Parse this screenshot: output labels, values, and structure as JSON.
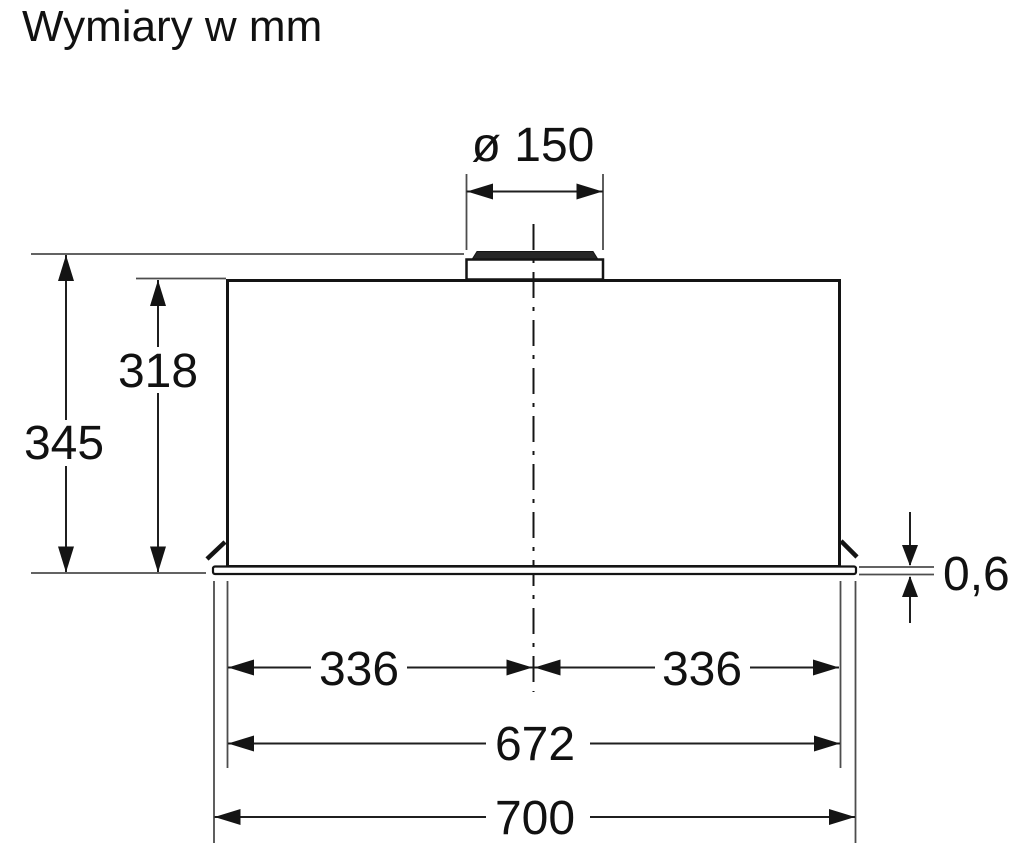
{
  "diagram": {
    "title": "Wymiary w mm",
    "dimensions": {
      "duct_diameter": "ø 150",
      "total_height": "345",
      "body_height": "318",
      "panel_thickness": "0,6",
      "left_half_width": "336",
      "right_half_width": "336",
      "inner_width": "672",
      "total_width": "700"
    },
    "colors": {
      "background": "#ffffff",
      "line": "#141414",
      "extension_line": "#4d4d4d",
      "text": "#111111"
    }
  }
}
